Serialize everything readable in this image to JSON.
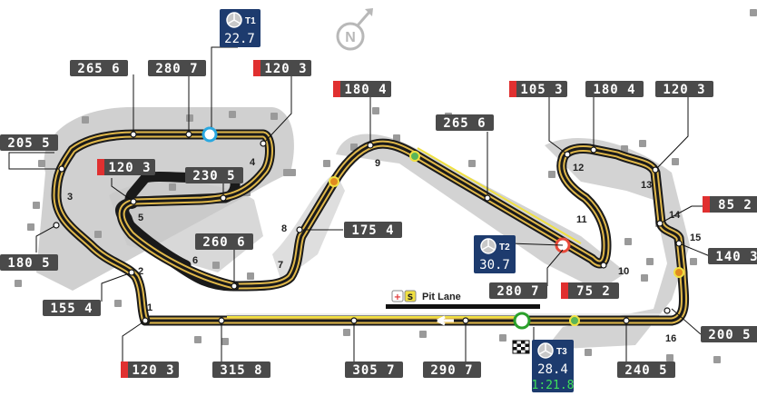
{
  "compass": {
    "label": "N"
  },
  "sectors": [
    {
      "label": "T1",
      "time": "22.7",
      "lap": ""
    },
    {
      "label": "T2",
      "time": "30.7",
      "lap": ""
    },
    {
      "label": "T3",
      "time": "28.4",
      "lap": "1:21.8"
    }
  ],
  "pit_lane": {
    "label": "Pit Lane",
    "speed_limit": "S"
  },
  "turns": [
    "1",
    "2",
    "3",
    "4",
    "5",
    "6",
    "7",
    "8",
    "9",
    "10",
    "11",
    "12",
    "13",
    "14",
    "15",
    "16"
  ],
  "speed_boxes": [
    {
      "value": "265 6",
      "type": "speed"
    },
    {
      "value": "280 7",
      "type": "speed"
    },
    {
      "value": "120 3",
      "type": "braking"
    },
    {
      "value": "205 5",
      "type": "speed"
    },
    {
      "value": "120 3",
      "type": "braking"
    },
    {
      "value": "230 5",
      "type": "speed"
    },
    {
      "value": "180 5",
      "type": "speed"
    },
    {
      "value": "260 6",
      "type": "speed"
    },
    {
      "value": "155 4",
      "type": "speed"
    },
    {
      "value": "120 3",
      "type": "braking"
    },
    {
      "value": "315 8",
      "type": "speed"
    },
    {
      "value": "180 4",
      "type": "braking"
    },
    {
      "value": "175 4",
      "type": "speed"
    },
    {
      "value": "265 6",
      "type": "speed"
    },
    {
      "value": "280 7",
      "type": "speed"
    },
    {
      "value": "75 2",
      "type": "braking"
    },
    {
      "value": "105 3",
      "type": "braking"
    },
    {
      "value": "180 4",
      "type": "speed"
    },
    {
      "value": "120 3",
      "type": "speed"
    },
    {
      "value": "85 2",
      "type": "braking"
    },
    {
      "value": "140 3",
      "type": "speed"
    },
    {
      "value": "200 5",
      "type": "speed"
    },
    {
      "value": "240 5",
      "type": "speed"
    },
    {
      "value": "290 7",
      "type": "speed"
    },
    {
      "value": "305 7",
      "type": "speed"
    }
  ],
  "colors": {
    "track": "#1a1a1a",
    "kerb": "#e0b84a",
    "runoff": "#c8c8c8",
    "box": "#4a4a4a",
    "braking": "#e03030",
    "navy": "#1d3b6e",
    "drs": "#f0e040"
  }
}
